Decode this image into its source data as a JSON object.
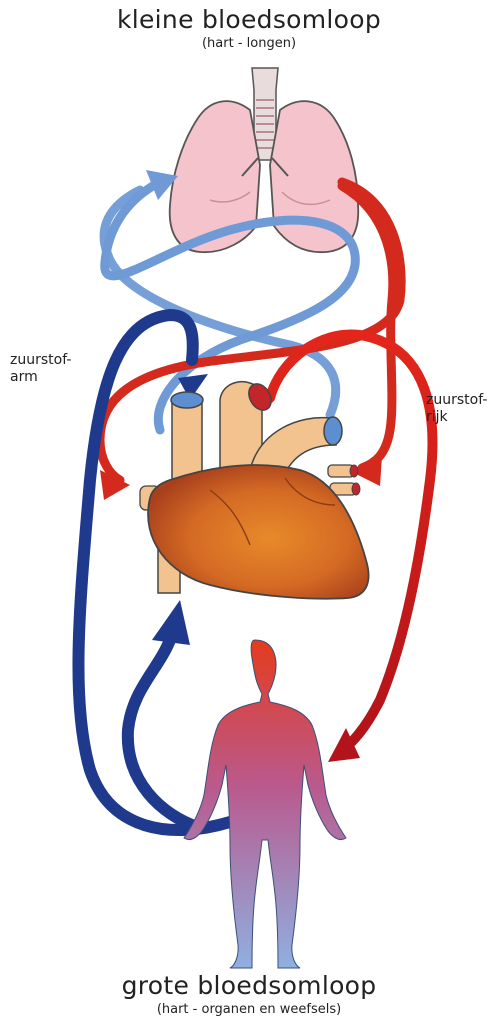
{
  "top_title": {
    "main": "kleine bloedsomloop",
    "sub": "(hart - longen)"
  },
  "bottom_title": {
    "main": "grote bloedsomloop",
    "sub": "(hart - organen en weefsels)"
  },
  "labels": {
    "left": [
      "zuurstof-",
      "arm"
    ],
    "right": [
      "zuurstof-",
      "rijk"
    ]
  },
  "colors": {
    "deoxygenated_dark": "#1f3a8c",
    "deoxygenated_light": "#6f9ad6",
    "oxygenated": "#d42a1e",
    "oxygenated_dark": "#b3141b",
    "lung": "#f4c3cb",
    "heart": "#e07a2c",
    "body_top": "#e43b1e",
    "body_bottom": "#8fb0e0"
  },
  "icons": [
    "lungs-icon",
    "heart-icon",
    "human-body-icon"
  ]
}
